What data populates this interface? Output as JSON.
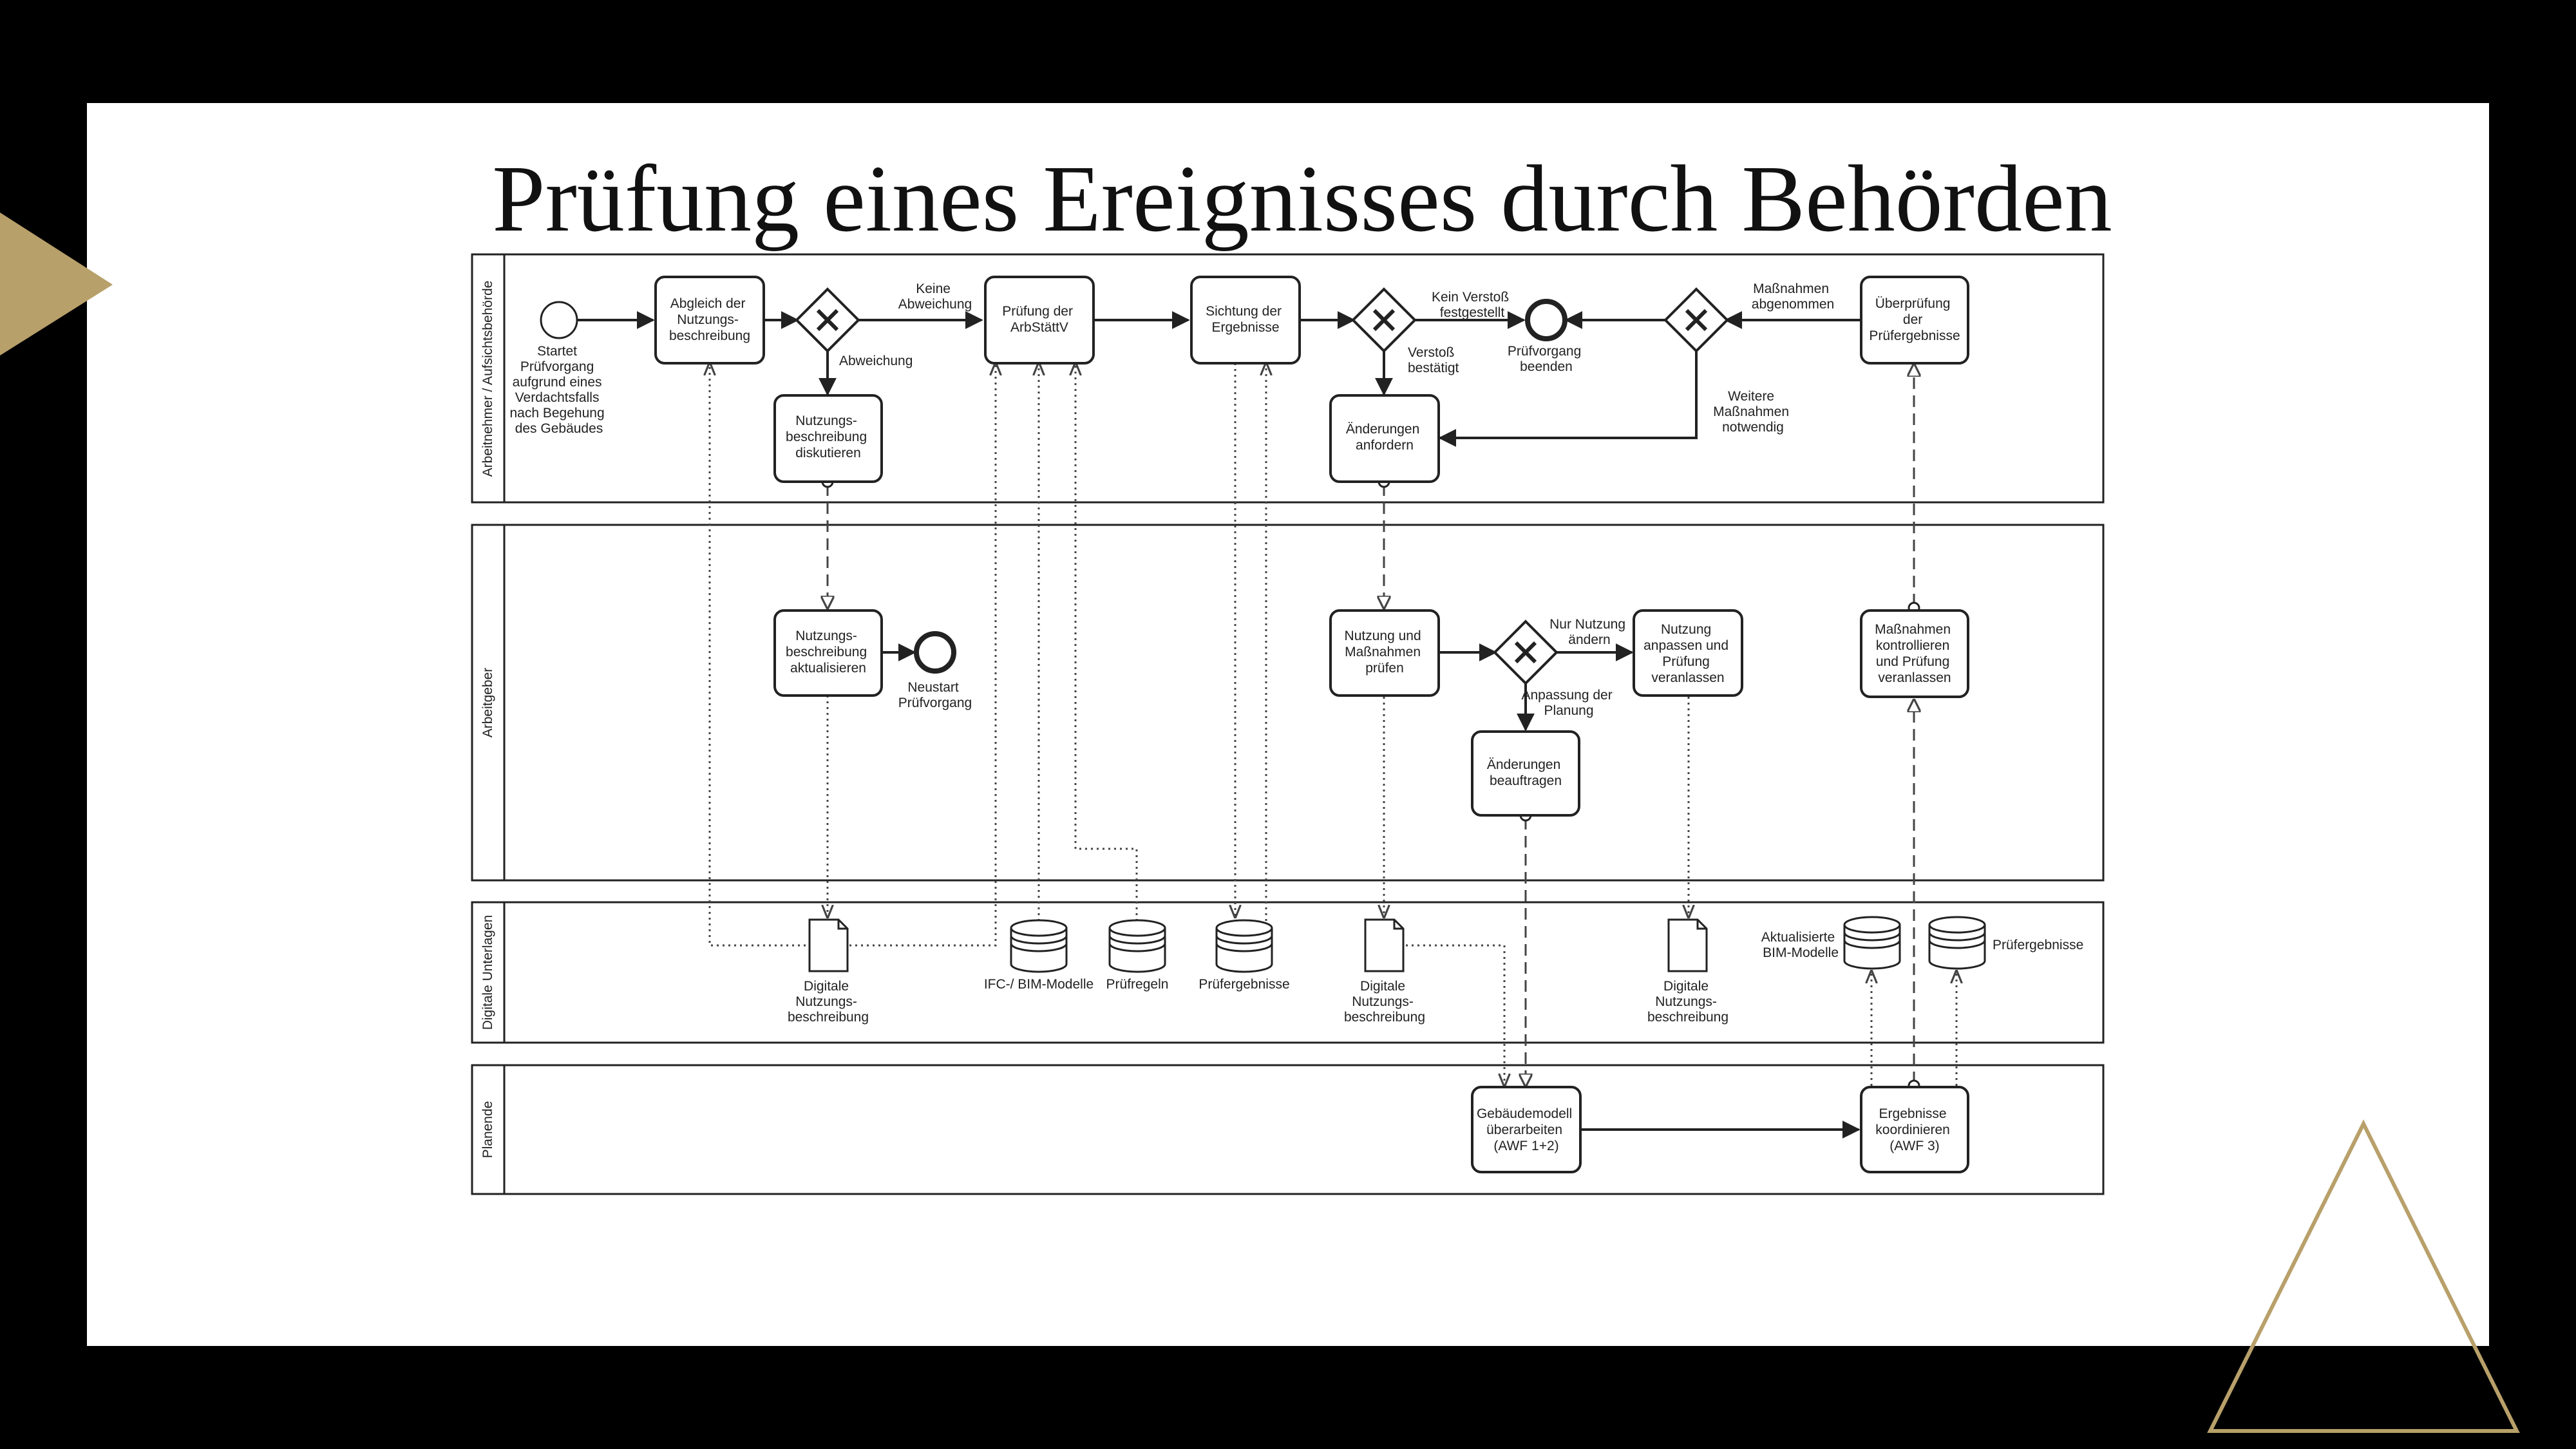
{
  "slide": {
    "title": "Prüfung eines Ereignisses durch Behörden",
    "colors": {
      "background": "#000000",
      "panel": "#ffffff",
      "accent": "#b8a06a",
      "stroke": "#222222"
    }
  },
  "lanes": [
    {
      "id": "lane1",
      "label": "Arbeitnehmer / Aufsichtsbehörde"
    },
    {
      "id": "lane2",
      "label": "Arbeitgeber"
    },
    {
      "id": "lane3",
      "label": "Digitale Unterlagen"
    },
    {
      "id": "lane4",
      "label": "Planende"
    }
  ],
  "nodes": {
    "start": {
      "lines": [
        "Startet",
        "Prüfvorgang",
        "aufgrund eines",
        "Verdachtsfalls",
        "nach Begehung",
        "des Gebäudes"
      ]
    },
    "abgleich": {
      "lines": [
        "Abgleich der",
        "Nutzungs-",
        "beschreibung"
      ]
    },
    "diskutieren": {
      "lines": [
        "Nutzungs-",
        "beschreibung",
        "diskutieren"
      ]
    },
    "pruefung_arb": {
      "lines": [
        "Prüfung der",
        "ArbStättV"
      ]
    },
    "sichtung": {
      "lines": [
        "Sichtung der",
        "Ergebnisse"
      ]
    },
    "aenderungen_anfordern": {
      "lines": [
        "Änderungen",
        "anfordern"
      ]
    },
    "end_pruefvorgang": {
      "lines": [
        "Prüfvorgang",
        "beenden"
      ]
    },
    "ueberpruefung": {
      "lines": [
        "Überprüfung",
        "der",
        "Prüfergebnisse"
      ]
    },
    "aktualisieren": {
      "lines": [
        "Nutzungs-",
        "beschreibung",
        "aktualisieren"
      ]
    },
    "neustart": {
      "lines": [
        "Neustart",
        "Prüfvorgang"
      ]
    },
    "nutzung_pruefen": {
      "lines": [
        "Nutzung und",
        "Maßnahmen",
        "prüfen"
      ]
    },
    "nutzung_anpassen": {
      "lines": [
        "Nutzung",
        "anpassen und",
        "Prüfung",
        "veranlassen"
      ]
    },
    "aenderungen_beauftragen": {
      "lines": [
        "Änderungen",
        "beauftragen"
      ]
    },
    "massnahmen_kontrollieren": {
      "lines": [
        "Maßnahmen",
        "kontrollieren",
        "und Prüfung",
        "veranlassen"
      ]
    },
    "gebaeudemodell": {
      "lines": [
        "Gebäudemodell",
        "überarbeiten",
        "(AWF 1+2)"
      ]
    },
    "ergebnisse_koordinieren": {
      "lines": [
        "Ergebnisse",
        "koordinieren",
        "(AWF 3)"
      ]
    }
  },
  "data_objects": {
    "doc1": {
      "lines": [
        "Digitale",
        "Nutzungs-",
        "beschreibung"
      ]
    },
    "db_ifc": {
      "lines": [
        "IFC-/ BIM-Modelle"
      ]
    },
    "db_pruefregeln": {
      "lines": [
        "Prüfregeln"
      ]
    },
    "db_pruefergebnisse": {
      "lines": [
        "Prüfergebnisse"
      ]
    },
    "doc2": {
      "lines": [
        "Digitale",
        "Nutzungs-",
        "beschreibung"
      ]
    },
    "doc3": {
      "lines": [
        "Digitale",
        "Nutzungs-",
        "beschreibung"
      ]
    },
    "db_aktualisierte": {
      "lines": [
        "Aktualisierte",
        "BIM-Modelle"
      ]
    },
    "db_pruefergebnisse2": {
      "lines": [
        "Prüfergebnisse"
      ]
    }
  },
  "edge_labels": {
    "keine_abweichung": {
      "lines": [
        "Keine",
        "Abweichung"
      ]
    },
    "abweichung": {
      "lines": [
        "Abweichung"
      ]
    },
    "kein_verstoss": {
      "lines": [
        "Kein Verstoß",
        "festgestellt"
      ]
    },
    "verstoss": {
      "lines": [
        "Verstoß",
        "bestätigt"
      ]
    },
    "massnahmen_abgenommen": {
      "lines": [
        "Maßnahmen",
        "abgenommen"
      ]
    },
    "weitere_massnahmen": {
      "lines": [
        "Weitere",
        "Maßnahmen",
        "notwendig"
      ]
    },
    "nur_nutzung": {
      "lines": [
        "Nur Nutzung",
        "ändern"
      ]
    },
    "anpassung_planung": {
      "lines": [
        "Anpassung der",
        "Planung"
      ]
    }
  }
}
